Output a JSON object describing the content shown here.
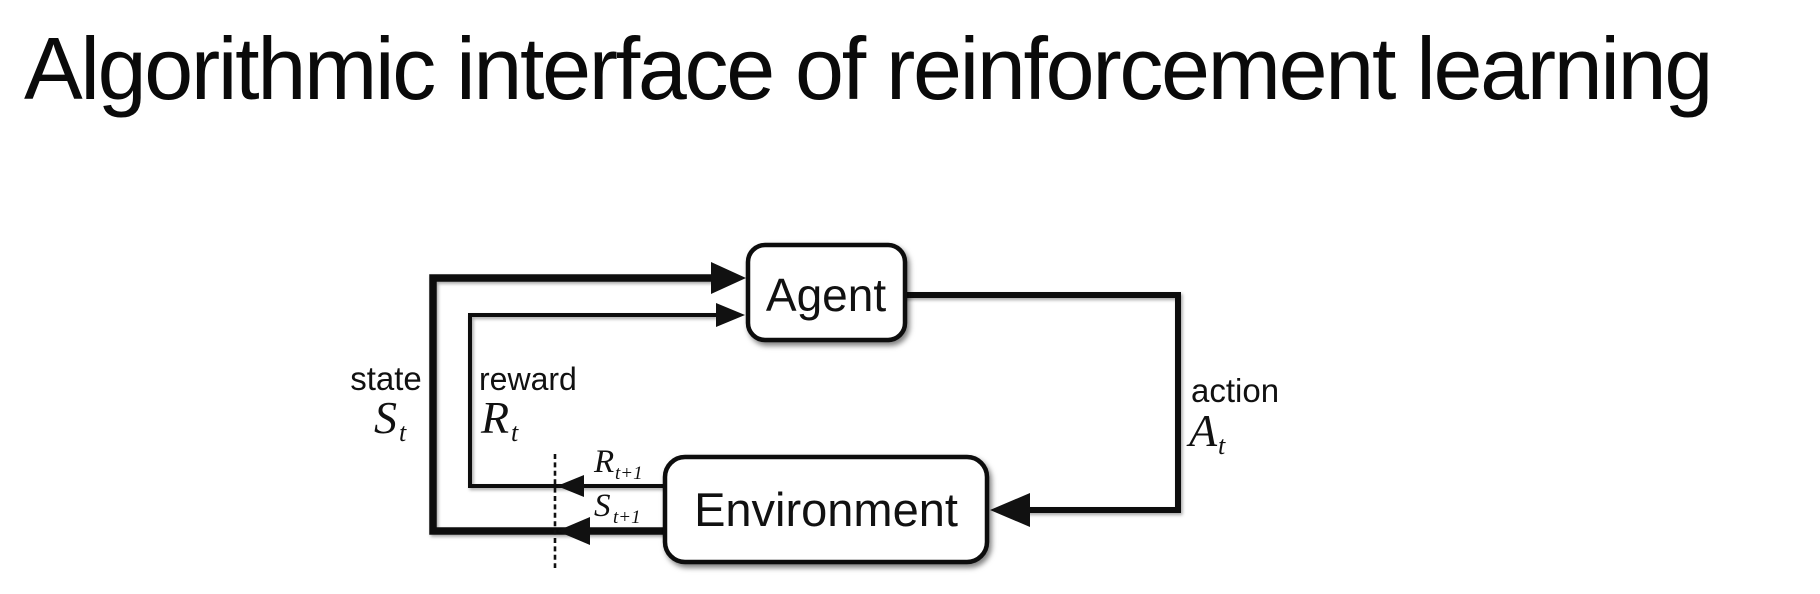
{
  "title": "Algorithmic interface of reinforcement learning",
  "diagram": {
    "agent_label": "Agent",
    "environment_label": "Environment",
    "state": {
      "word": "state",
      "symbol_base": "S",
      "symbol_sub": "t"
    },
    "reward": {
      "word": "reward",
      "symbol_base": "R",
      "symbol_sub": "t"
    },
    "action": {
      "word": "action",
      "symbol_base": "A",
      "symbol_sub": "t"
    },
    "next_reward": {
      "symbol_base": "R",
      "symbol_sub": "t+1"
    },
    "next_state": {
      "symbol_base": "S",
      "symbol_sub": "t+1"
    },
    "colors": {
      "ink": "#111111",
      "box_fill": "#ffffff",
      "background": "#ffffff"
    }
  }
}
